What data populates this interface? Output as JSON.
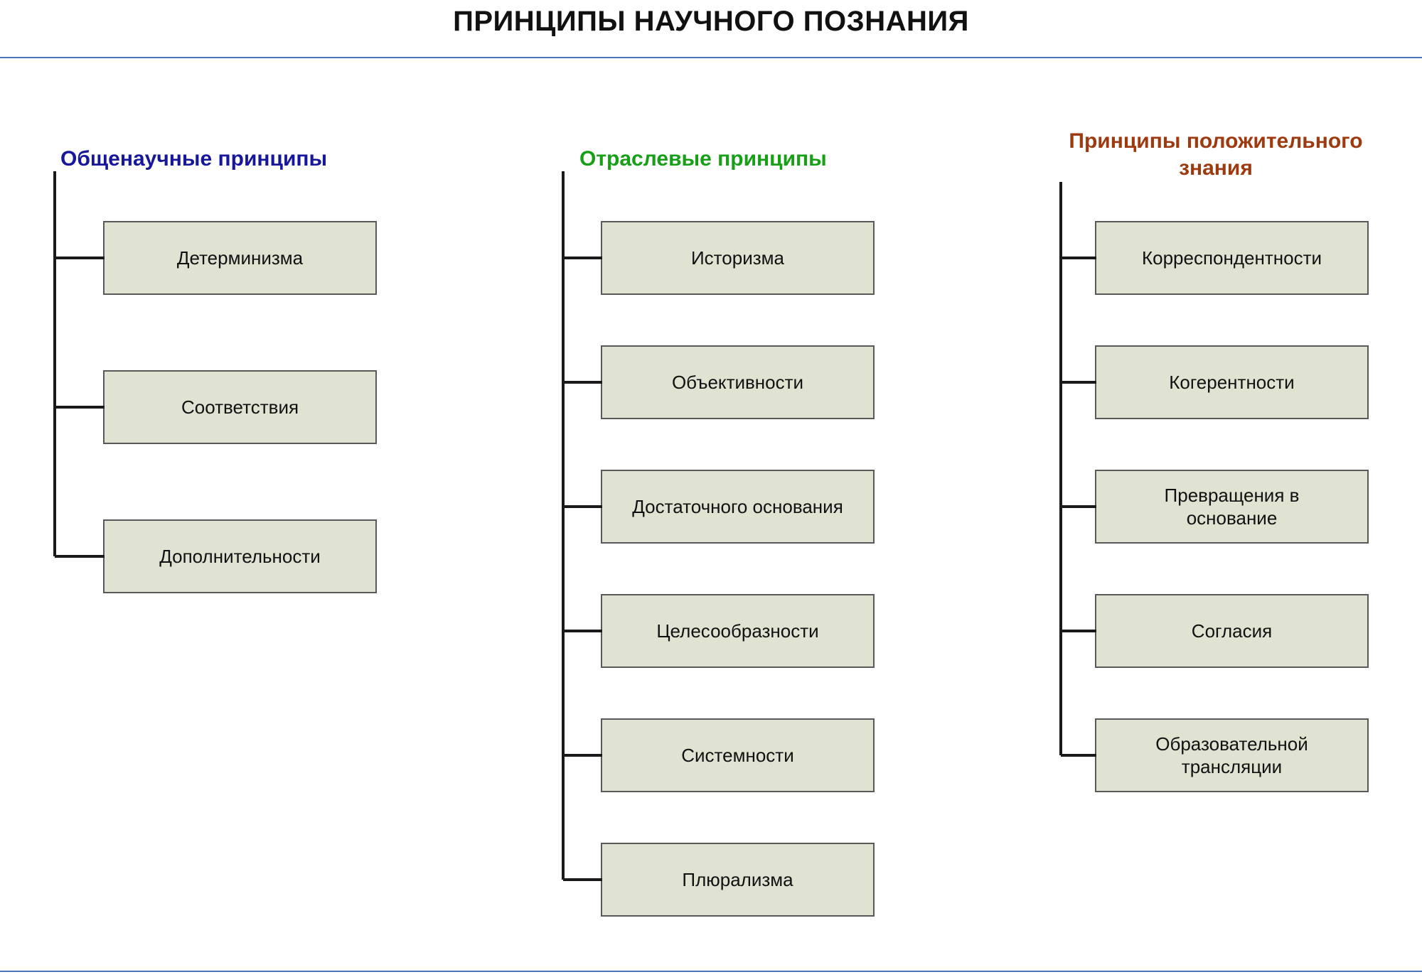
{
  "title": "ПРИНЦИПЫ НАУЧНОГО ПОЗНАНИЯ",
  "colors": {
    "rule": "#4a74b8",
    "box_fill": "#e0e2d2",
    "box_border": "#595959",
    "line": "#1a1a1a"
  },
  "columns": [
    {
      "heading": "Общенаучные принципы",
      "color": "#17179c",
      "items": [
        "Детерминизма",
        "Соответствия",
        "Дополнительности"
      ]
    },
    {
      "heading": "Отраслевые принципы",
      "color": "#17a017",
      "items": [
        "Историзма",
        "Объективности",
        "Достаточного основания",
        "Целесообразности",
        "Системности",
        "Плюрализма"
      ]
    },
    {
      "heading": "Принципы положительного\nзнания",
      "color": "#9e3a10",
      "items": [
        "Корреспондентности",
        "Когерентности",
        "Превращения в\nоснование",
        "Согласия",
        "Образовательной\nтрансляции"
      ]
    }
  ]
}
